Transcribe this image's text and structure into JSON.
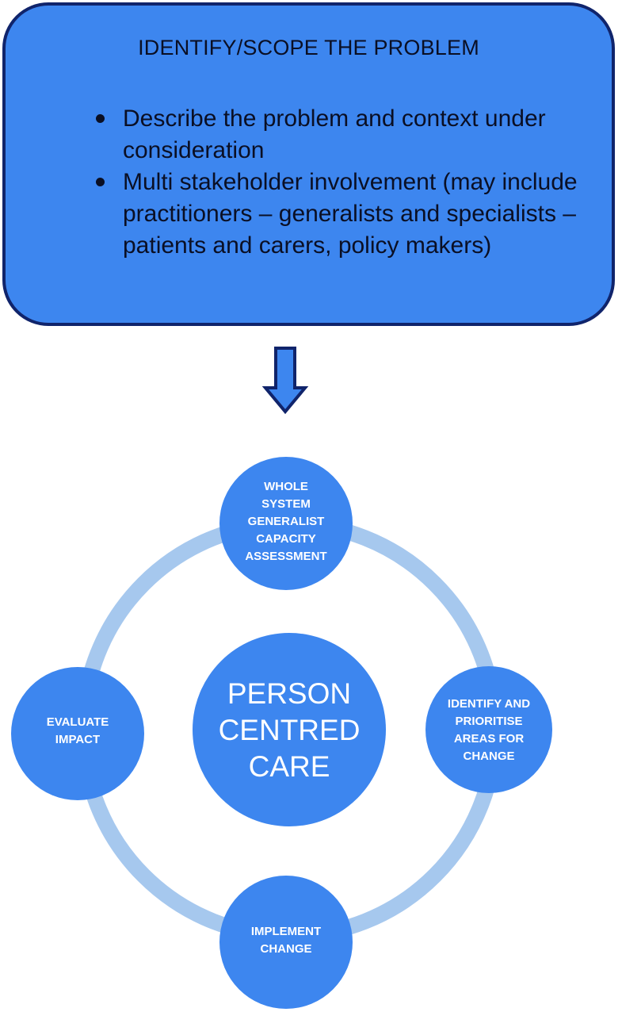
{
  "scope": {
    "title": "IDENTIFY/SCOPE THE PROBLEM",
    "bullets": [
      "Describe the problem and context under consideration",
      "Multi stakeholder involvement (may include practitioners – generalists and specialists – patients and carers, policy makers)"
    ]
  },
  "cycle": {
    "center": "PERSON\nCENTRED\nCARE",
    "nodes": {
      "top": "WHOLE\nSYSTEM\nGENERALIST\nCAPACITY\nASSESSMENT",
      "right": "IDENTIFY AND\nPRIORITISE\nAREAS FOR\nCHANGE",
      "bottom": "IMPLEMENT\nCHANGE",
      "left": "EVALUATE\nIMPACT"
    }
  },
  "colors": {
    "box_fill": "#3d86ef",
    "box_border": "#10246b",
    "node_fill": "#3d86ef",
    "ring": "#a6c8ee",
    "arrow_fill": "#3d86ef",
    "arrow_stroke": "#10246b"
  }
}
